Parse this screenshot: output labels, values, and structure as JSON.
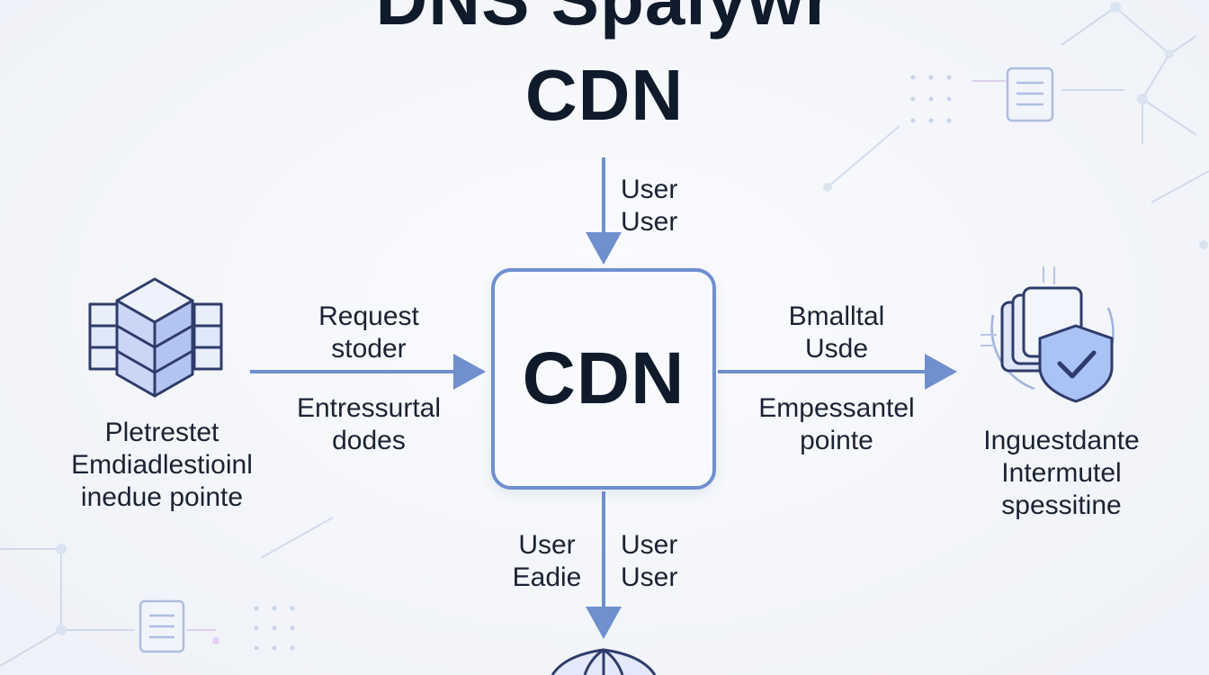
{
  "title": {
    "line1": "DNS Spalywr",
    "line2": "CDN"
  },
  "center_node": {
    "label": "CDN"
  },
  "edges": {
    "top": {
      "line1": "User",
      "line2": "User"
    },
    "left_above": {
      "line1": "Request",
      "line2": "stoder"
    },
    "left_below": {
      "line1": "Entressurtal",
      "line2": "dodes"
    },
    "right_above": {
      "line1": "Bmalltal",
      "line2": "Usde"
    },
    "right_below": {
      "line1": "Empessantel",
      "line2": "pointe"
    },
    "bottom_left": {
      "line1": "User",
      "line2": "Eadie"
    },
    "bottom_right": {
      "line1": "User",
      "line2": "User"
    }
  },
  "nodes": {
    "left": {
      "line1": "Pletrestet",
      "line2": "Emdiadlestioinl",
      "line3": "inedue pointe",
      "icon": "stacked-cubes-icon"
    },
    "right": {
      "line1": "Inguestdante",
      "line2": "Intermutel",
      "line3": "spessitine",
      "icon": "shield-check-icon"
    },
    "bottom": {
      "icon": "globe-icon"
    }
  },
  "colors": {
    "arrow": "#6f8fcf",
    "box_border": "#6f8fcf",
    "text": "#1a2233",
    "title": "#0f1a2b"
  }
}
